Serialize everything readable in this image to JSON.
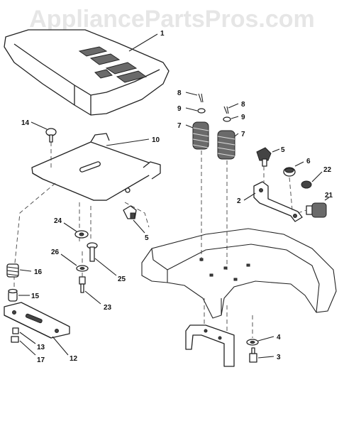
{
  "watermark": "AppliancePartsPros.com",
  "callouts": {
    "seat": "1",
    "bracket_2": "2",
    "bolt_3": "3",
    "washer_4": "4",
    "knob_5_upper": "5",
    "knob_5_lower": "5",
    "nut_6": "6",
    "spring_7_left": "7",
    "spring_7_right": "7",
    "pin_8_left": "8",
    "pin_8_right": "8",
    "washer_9_left": "9",
    "washer_9_right": "9",
    "seat_pan_10": "10",
    "slide_12": "12",
    "part_13": "13",
    "knob_14": "14",
    "part_15": "15",
    "spring_16": "16",
    "part_17": "17",
    "knob_21": "21",
    "nut_22": "22",
    "bolt_23": "23",
    "washer_24": "24",
    "bolt_25": "25",
    "washer_26": "26"
  }
}
